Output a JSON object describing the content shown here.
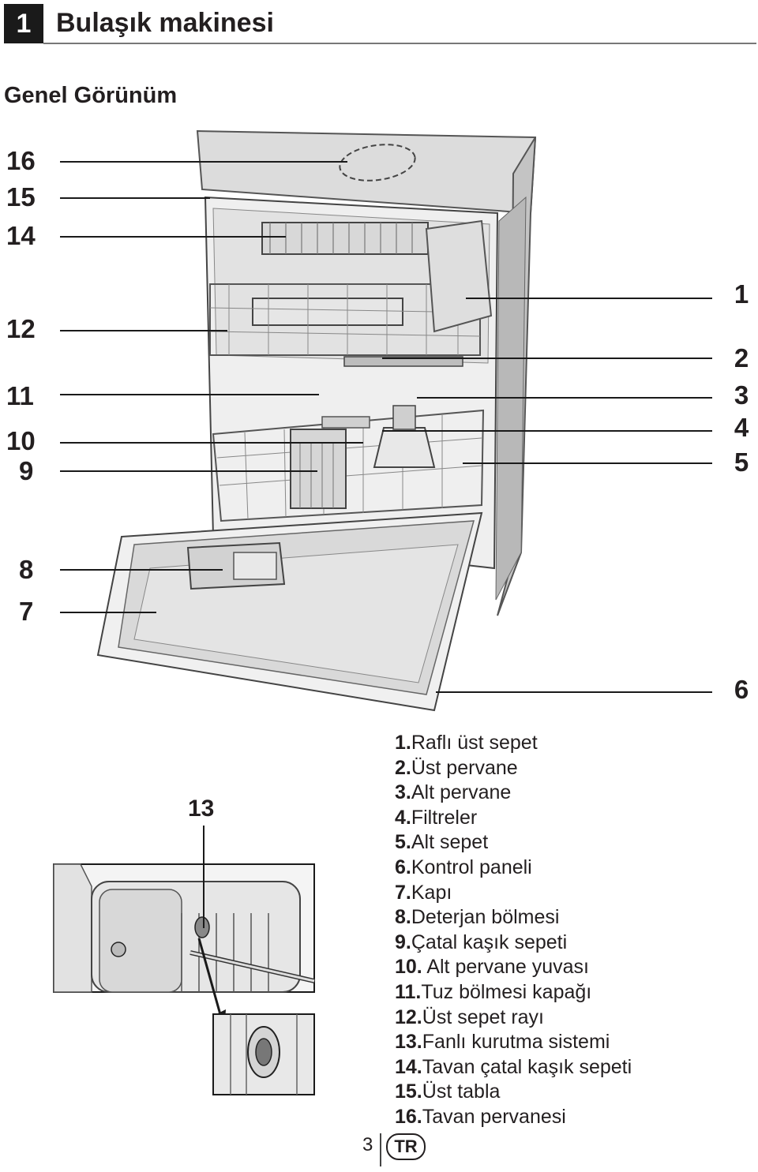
{
  "header": {
    "chapter_number": "1",
    "chapter_title": "Bulaşık makinesi"
  },
  "subtitle": "Genel Görünüm",
  "callouts_left": [
    "16",
    "15",
    "14",
    "12",
    "11",
    "10",
    "9",
    "8",
    "7"
  ],
  "callouts_right": [
    "1",
    "2",
    "3",
    "4",
    "5",
    "6"
  ],
  "inset_callout": "13",
  "parts": [
    {
      "num": "1.",
      "label": "Raflı üst sepet"
    },
    {
      "num": "2.",
      "label": "Üst pervane"
    },
    {
      "num": "3.",
      "label": "Alt pervane"
    },
    {
      "num": "4.",
      "label": "Filtreler"
    },
    {
      "num": "5.",
      "label": "Alt sepet"
    },
    {
      "num": "6.",
      "label": "Kontrol paneli"
    },
    {
      "num": "7.",
      "label": "Kapı"
    },
    {
      "num": "8.",
      "label": "Deterjan bölmesi"
    },
    {
      "num": "9.",
      "label": "Çatal kaşık sepeti"
    },
    {
      "num": "10.",
      "label": " Alt pervane yuvası"
    },
    {
      "num": "11.",
      "label": "Tuz bölmesi kapağı"
    },
    {
      "num": "12.",
      "label": "Üst sepet rayı"
    },
    {
      "num": "13.",
      "label": "Fanlı kurutma sistemi"
    },
    {
      "num": "14.",
      "label": "Tavan çatal kaşık sepeti"
    },
    {
      "num": "15.",
      "label": "Üst tabla"
    },
    {
      "num": "16.",
      "label": "Tavan pervanesi"
    }
  ],
  "footer": {
    "page_number": "3",
    "language": "TR"
  }
}
